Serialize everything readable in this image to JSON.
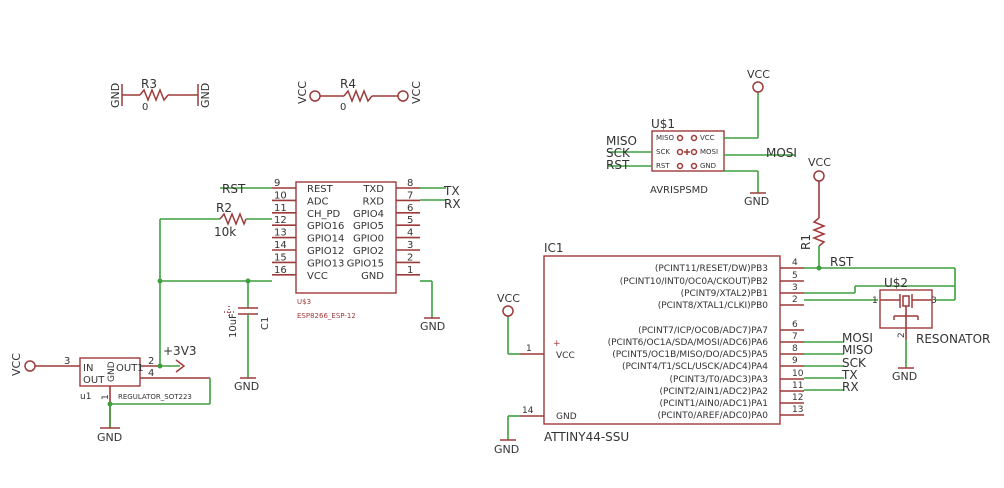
{
  "gnd": "GND",
  "vcc": "VCC",
  "r3": {
    "name": "R3",
    "value": "0"
  },
  "r4": {
    "name": "R4",
    "value": "0"
  },
  "r2": {
    "name": "R2",
    "value": "10k"
  },
  "r1": {
    "name": "R1"
  },
  "c1": {
    "name": "C1",
    "value": "10uF"
  },
  "esp": {
    "name": "U$3",
    "part": "ESP8266_ESP-12",
    "left_pins": [
      {
        "num": "9",
        "name": "REST"
      },
      {
        "num": "10",
        "name": "ADC"
      },
      {
        "num": "11",
        "name": "CH_PD"
      },
      {
        "num": "12",
        "name": "GPIO16"
      },
      {
        "num": "13",
        "name": "GPIO14"
      },
      {
        "num": "14",
        "name": "GPIO12"
      },
      {
        "num": "15",
        "name": "GPIO13"
      },
      {
        "num": "16",
        "name": "VCC"
      }
    ],
    "right_pins": [
      {
        "num": "8",
        "name": "TXD"
      },
      {
        "num": "7",
        "name": "RXD"
      },
      {
        "num": "6",
        "name": "GPIO4"
      },
      {
        "num": "5",
        "name": "GPIO5"
      },
      {
        "num": "4",
        "name": "GPIO0"
      },
      {
        "num": "3",
        "name": "GPIO2"
      },
      {
        "num": "2",
        "name": "GPIO15"
      },
      {
        "num": "1",
        "name": "GND"
      }
    ]
  },
  "reg": {
    "name": "u1",
    "part": "REGULATOR_SOT223",
    "in": "IN",
    "out": "OUT",
    "out1": "OUT1",
    "gnd": "GND",
    "pin_in": "3",
    "pin_out": "2",
    "pin_out2": "4",
    "pin_gnd": "1"
  },
  "supply_3v3": "+3V3",
  "avr": {
    "name": "U$1",
    "part": "AVRISPSMD",
    "pins_left": [
      "MISO",
      "SCK",
      "RST"
    ],
    "pins_right": [
      "VCC",
      "MOSI",
      "GND"
    ]
  },
  "attiny": {
    "name": "IC1",
    "part": "ATTINY44-SSU",
    "vcc_pin": {
      "num": "1",
      "name": "VCC"
    },
    "gnd_pin": {
      "num": "14",
      "name": "GND"
    },
    "right_pins": [
      {
        "num": "4",
        "name": "(PCINT11/RESET/DW)PB3"
      },
      {
        "num": "5",
        "name": "(PCINT10/INT0/OC0A/CKOUT)PB2"
      },
      {
        "num": "3",
        "name": "(PCINT9/XTAL2)PB1"
      },
      {
        "num": "2",
        "name": "(PCINT8/XTAL1/CLKI)PB0"
      },
      {
        "num": "6",
        "name": "(PCINT7/ICP/OC0B/ADC7)PA7"
      },
      {
        "num": "7",
        "name": "(PCINT6/OC1A/SDA/MOSI/ADC6)PA6"
      },
      {
        "num": "8",
        "name": "(PCINT5/OC1B/MISO/DO/ADC5)PA5"
      },
      {
        "num": "9",
        "name": "(PCINT4/T1/SCL/USCK/ADC4)PA4"
      },
      {
        "num": "10",
        "name": "(PCINT3/T0/ADC3)PA3"
      },
      {
        "num": "11",
        "name": "(PCINT2/AIN1/ADC2)PA2"
      },
      {
        "num": "12",
        "name": "(PCINT1/AIN0/ADC1)PA1"
      },
      {
        "num": "13",
        "name": "(PCINT0/AREF/ADC0)PA0"
      }
    ]
  },
  "res": {
    "name": "U$2",
    "part": "RESONATOR",
    "pin1": "1",
    "pin2": "2",
    "pin3": "3"
  },
  "nets": {
    "rst": "RST",
    "tx": "TX",
    "rx": "RX",
    "miso": "MISO",
    "mosi": "MOSI",
    "sck": "SCK"
  }
}
